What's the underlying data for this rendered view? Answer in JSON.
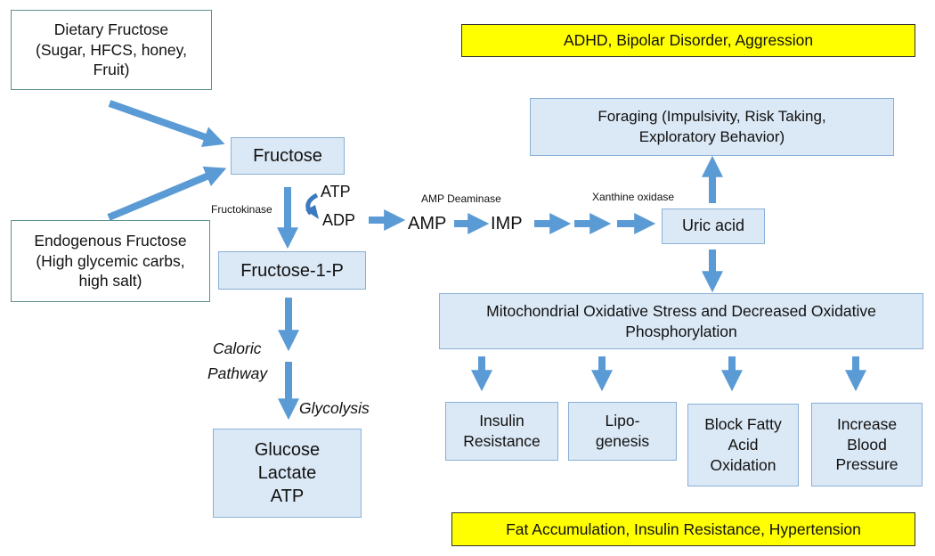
{
  "boxes": {
    "dietary_fructose": "Dietary Fructose\n(Sugar, HFCS, honey,\nFruit)",
    "endogenous_fructose": "Endogenous Fructose\n(High glycemic carbs,\nhigh salt)",
    "fructose": "Fructose",
    "fructose_1_p": "Fructose-1-P",
    "glucose_lactate_atp": "Glucose\nLactate\nATP",
    "uric_acid": "Uric acid",
    "foraging": "Foraging (Impulsivity, Risk Taking,\nExploratory Behavior)",
    "mitochondrial": "Mitochondrial Oxidative Stress and Decreased Oxidative\nPhosphorylation",
    "insulin_resistance": "Insulin\nResistance",
    "lipogenesis": "Lipo-\ngenesis",
    "block_fatty_acid": "Block Fatty\nAcid\nOxidation",
    "increase_bp": "Increase\nBlood\nPressure",
    "adhd_banner": "ADHD, Bipolar Disorder, Aggression",
    "fat_banner": "Fat Accumulation, Insulin Resistance, Hypertension"
  },
  "labels": {
    "atp": "ATP",
    "adp": "ADP",
    "fructokinase": "Fructokinase",
    "amp_deaminase": "AMP Deaminase",
    "amp": "AMP",
    "imp": "IMP",
    "xanthine_oxidase": "Xanthine oxidase",
    "caloric": "Caloric",
    "pathway": "Pathway",
    "glycolysis": "Glycolysis"
  },
  "colors": {
    "arrow": "#5b9bd5",
    "box_fill": "#dbe8f5",
    "banner": "#ffff00"
  }
}
